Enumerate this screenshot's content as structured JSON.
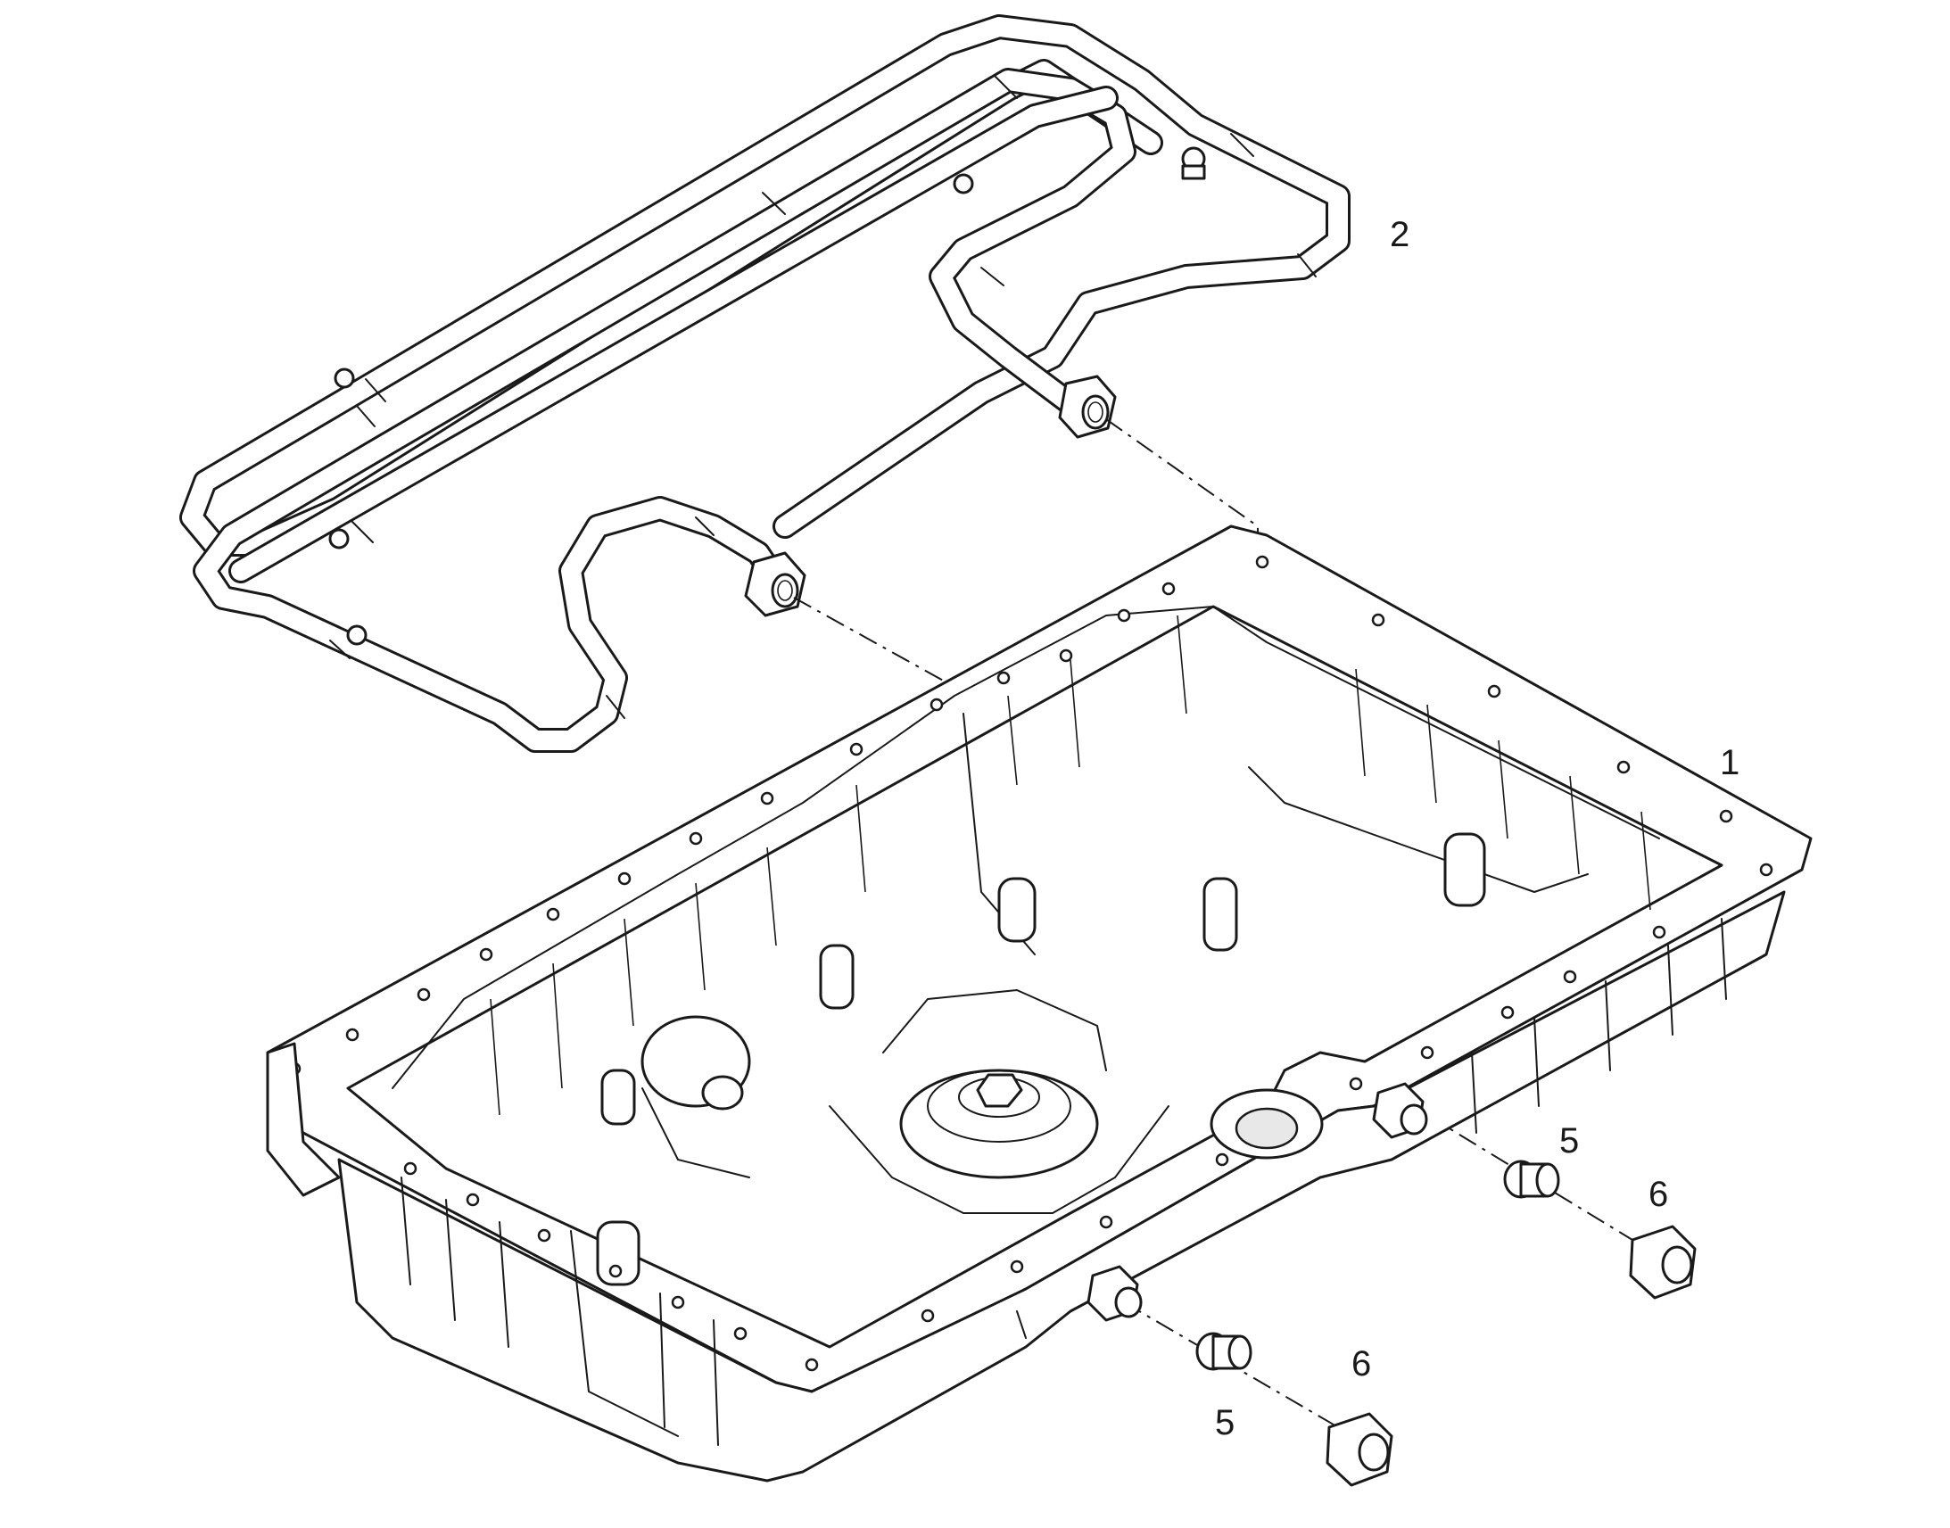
{
  "diagram": {
    "callouts": {
      "c1": "1",
      "c2": "2",
      "c5a": "5",
      "c5b": "5",
      "c6a": "6",
      "c6b": "6"
    },
    "parts": {
      "oil_pan": "oil-pan",
      "oil_lines": "oil-cooler-lines",
      "plug": "plug",
      "nut": "nut"
    }
  }
}
